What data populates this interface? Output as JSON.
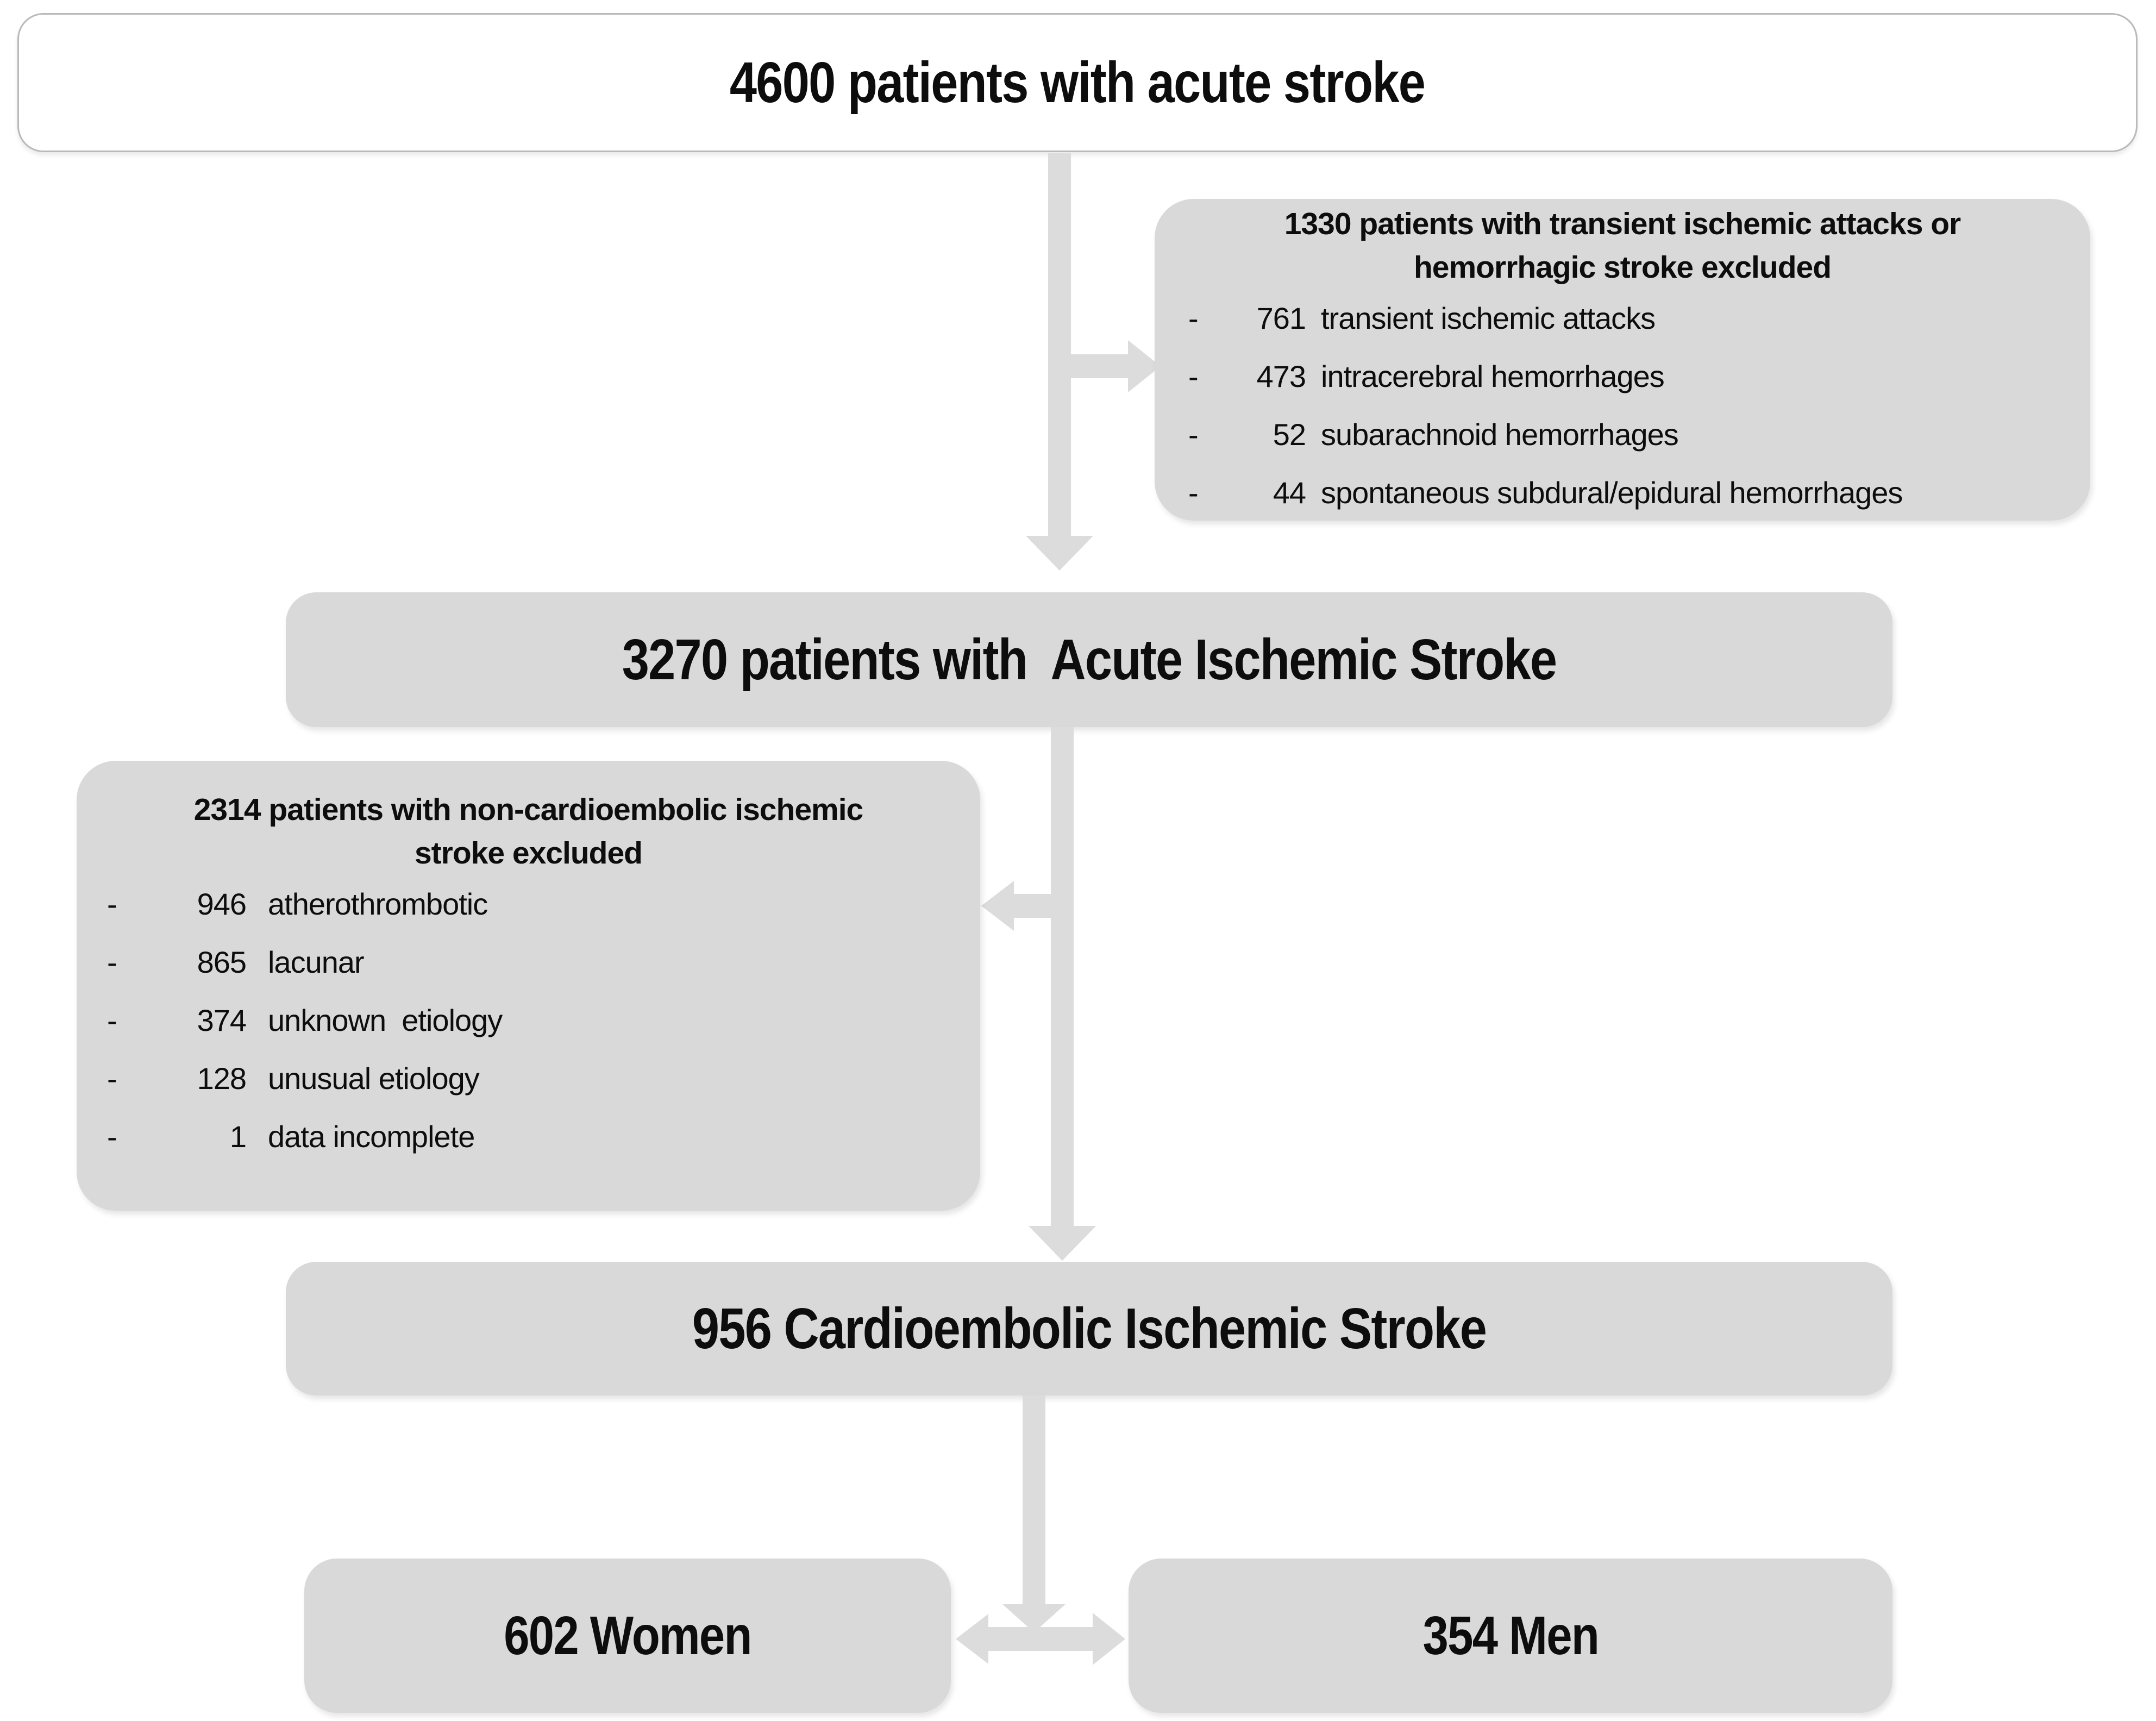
{
  "colors": {
    "background": "#ffffff",
    "box_fill": "#d9d9d9",
    "top_box_fill": "#ffffff",
    "top_box_border": "#b9b9b9",
    "arrow_fill": "#dcdcdc",
    "text": "#0d0d0d"
  },
  "icons": {
    "arrow_down": "css-triangle-down",
    "arrow_right": "css-triangle-right",
    "arrow_left": "css-triangle-left",
    "arrow_double_horizontal": "css-bar-with-left-right-triangles"
  },
  "flow": {
    "top_box": {
      "label": "4600 patients with acute stroke"
    },
    "excluded_right": {
      "title_line1": "1330 patients with transient ischemic attacks or",
      "title_line2": "hemorrhagic stroke excluded",
      "items": [
        {
          "bullet": "-",
          "number": "761",
          "label": "transient ischemic attacks"
        },
        {
          "bullet": "-",
          "number": "473",
          "label": "intracerebral hemorrhages"
        },
        {
          "bullet": "-",
          "number": "52",
          "label": "subarachnoid hemorrhages"
        },
        {
          "bullet": "-",
          "number": "44",
          "label": "spontaneous subdural/epidural hemorrhages"
        }
      ]
    },
    "ais_box": {
      "label": "3270 patients with  Acute Ischemic Stroke"
    },
    "excluded_left": {
      "title_line1": "2314 patients with non-cardioembolic ischemic",
      "title_line2": "stroke excluded",
      "items": [
        {
          "bullet": "-",
          "number": "946",
          "label": "atherothrombotic"
        },
        {
          "bullet": "-",
          "number": "865",
          "label": "lacunar"
        },
        {
          "bullet": "-",
          "number": "374",
          "label": "unknown  etiology"
        },
        {
          "bullet": "-",
          "number": "128",
          "label": "unusual etiology"
        },
        {
          "bullet": "-",
          "number": "1",
          "label": "data incomplete"
        }
      ]
    },
    "cardio_box": {
      "label": "956 Cardioembolic Ischemic Stroke"
    },
    "women_box": {
      "label": "602 Women"
    },
    "men_box": {
      "label": "354 Men"
    }
  }
}
